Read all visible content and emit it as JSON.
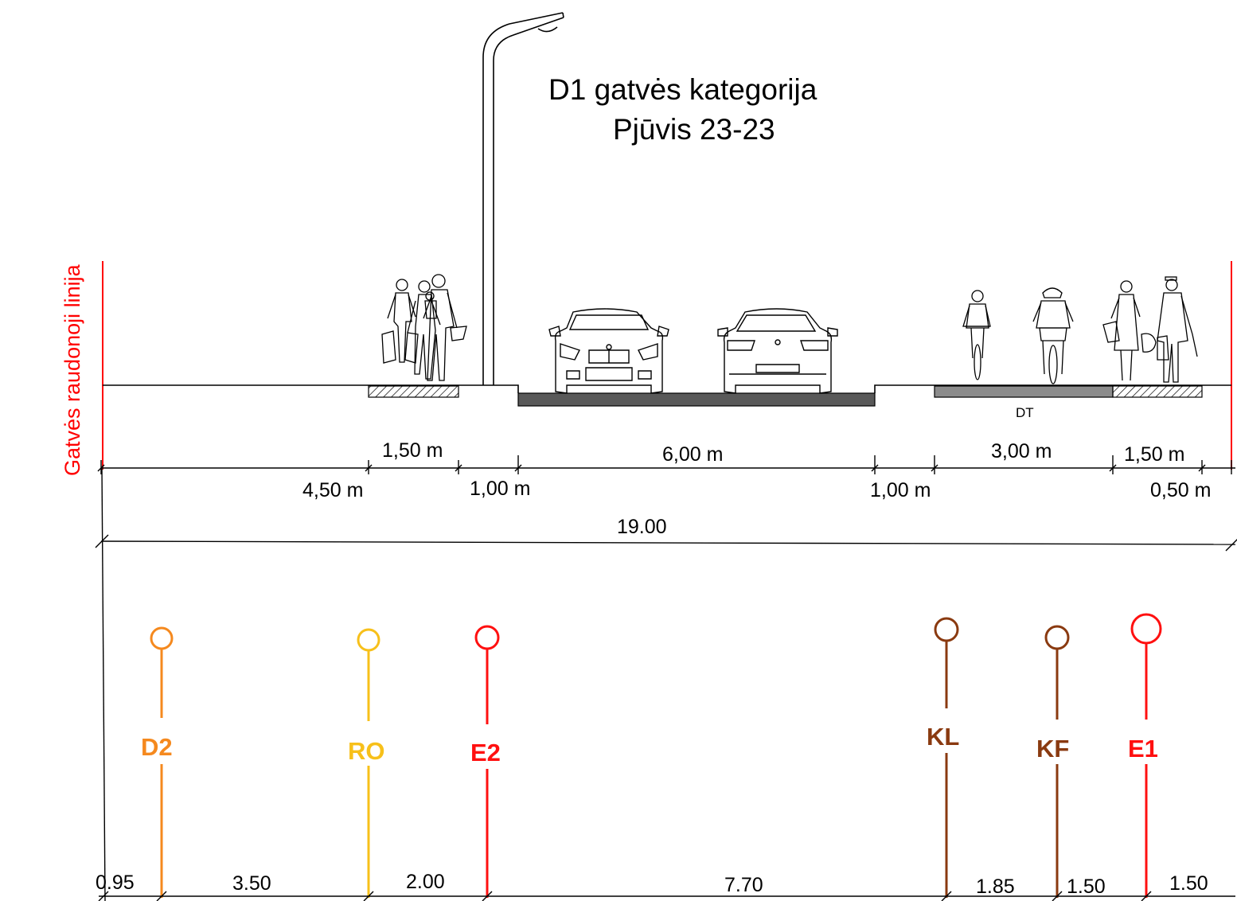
{
  "title": {
    "line1": "D1  gatvės kategorija",
    "line2": "Pjūvis 23-23"
  },
  "red_line_label": "Gatvės raudonoji linija",
  "bike_path_label": "DT",
  "colors": {
    "red_line": "#ff0000",
    "D2": "#f5891e",
    "RO": "#f7c01a",
    "E2": "#ff1010",
    "KL": "#8a3a10",
    "KF": "#8a3a10",
    "E1": "#ff1010",
    "road": "#595959",
    "bike_path": "#8c8c8c"
  },
  "dimensions_upper_row": [
    "1,50 m",
    "6,00 m",
    "3,00 m",
    "1,50 m"
  ],
  "dimensions_lower_row": [
    "4,50 m",
    "1,00 m",
    "1,00 m",
    "0,50 m"
  ],
  "total_width": "19.00",
  "utilities": [
    {
      "code": "D2",
      "icon": "utility-marker-circle"
    },
    {
      "code": "RO",
      "icon": "utility-marker-circle"
    },
    {
      "code": "E2",
      "icon": "utility-marker-circle"
    },
    {
      "code": "KL",
      "icon": "utility-marker-circle"
    },
    {
      "code": "KF",
      "icon": "utility-marker-circle"
    },
    {
      "code": "E1",
      "icon": "utility-marker-circle"
    }
  ],
  "utility_offsets": [
    "0.95",
    "3.50",
    "2.00",
    "7.70",
    "1.85",
    "1.50",
    "1.50"
  ],
  "figures": {
    "street_lamp": "street-lamp-icon",
    "pedestrians_left": "pedestrian-group-icon",
    "car_front": "car-front-icon",
    "car_rear": "car-rear-icon",
    "cyclist_front": "cyclist-icon",
    "cyclist_rear": "cyclist-rear-icon",
    "pedestrians_right": "pedestrian-group-icon"
  }
}
